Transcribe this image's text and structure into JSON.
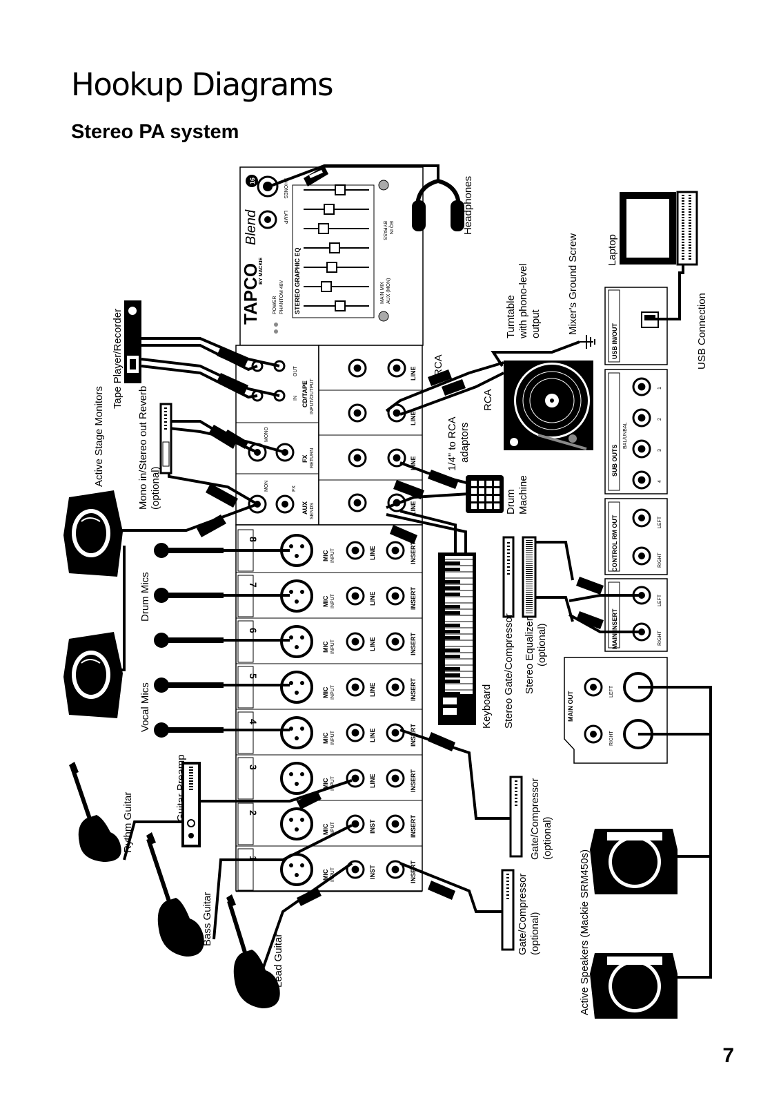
{
  "page": {
    "title": "Hookup Diagrams",
    "section": "Stereo PA system",
    "number": "7"
  },
  "mixer": {
    "brand": "TAPCO",
    "by": "BY MACKIE",
    "model": "Blend",
    "model_number": "16",
    "eq_label": "STEREO GRAPHIC EQ",
    "power_label": "POWER",
    "phantom_label": "PHANTOM 48V",
    "lamp_label": "LAMP",
    "phones_label": "PHONES",
    "bypass_label": "BYPASS",
    "eq_in_label": "EQ IN",
    "main_mix_label": "MAIN MIX",
    "aux_label": "AUX (MON)",
    "cd_tape_label": "CD/TAPE",
    "cd_tape_sub": "INPUT/OUTPUT",
    "in_label": "IN",
    "out_label": "OUT",
    "fx_return_label": "FX",
    "fx_return_sub": "RETURN",
    "aux_sends_label": "AUX",
    "aux_sends_sub": "SENDS",
    "mon_label": "MON",
    "fx_label": "FX",
    "mono_label": "MONO",
    "mic_label": "MIC",
    "mic_sub": "INPUT",
    "line_label": "LINE",
    "inst_label": "INST",
    "insert_label": "INSERT",
    "bal_label": "BAL/UNBAL",
    "usb_label": "USB IN/OUT",
    "sub_outs_label": "SUB OUTS",
    "control_rm_label": "CONTROL RM OUT",
    "main_insert_label": "MAIN INSERT",
    "main_out_label": "MAIN OUT",
    "left_label": "LEFT",
    "right_label": "RIGHT",
    "channels": [
      "8",
      "7",
      "6",
      "5",
      "4",
      "3",
      "2",
      "1"
    ],
    "sub_numbers": [
      "1",
      "2",
      "3",
      "4"
    ]
  },
  "labels": {
    "headphones": "Headphones",
    "laptop": "Laptop",
    "usb_connection": "USB Connection",
    "ground_screw": "Mixer's Ground Screw",
    "turntable_1": "Turntable",
    "turntable_2": "with phono-level",
    "turntable_3": "output",
    "rca_1": "RCA",
    "rca_2": "RCA",
    "adaptors_1": "1/4\" to RCA",
    "adaptors_2": "adaptors",
    "drum_machine_1": "Drum",
    "drum_machine_2": "Machine",
    "keyboard": "Keyboard",
    "stereo_gate": "Stereo Gate/Compressor",
    "stereo_eq_1": "Stereo Equalizer",
    "stereo_eq_2": "(optional)",
    "tape": "Tape Player/Recorder",
    "reverb_1": "Mono in/Stereo out Reverb",
    "reverb_2": "(optional)",
    "monitors": "Active Stage Monitors",
    "drum_mics": "Drum Mics",
    "vocal_mics": "Vocal Mics",
    "guitar_preamp": "Guitar Preamp",
    "rythm_guitar": "Rythm Guitar",
    "bass_guitar": "Bass Guitar",
    "lead_guitar": "Lead Guitar",
    "gate_1a": "Gate/Compressor",
    "gate_1b": "(optional)",
    "gate_2a": "Gate/Compressor",
    "gate_2b": "(optional)",
    "active_speakers": "Active Speakers (Mackie SRM450s)"
  },
  "icons": [
    "headphones-icon",
    "laptop-icon",
    "turntable-icon",
    "drum-machine-icon",
    "keyboard-icon",
    "tape-deck-icon",
    "reverb-icon",
    "monitor-speaker-icon",
    "microphone-icon",
    "guitar-icon",
    "preamp-icon",
    "gate-compressor-icon",
    "equalizer-icon",
    "pa-speaker-icon",
    "ground-icon"
  ]
}
